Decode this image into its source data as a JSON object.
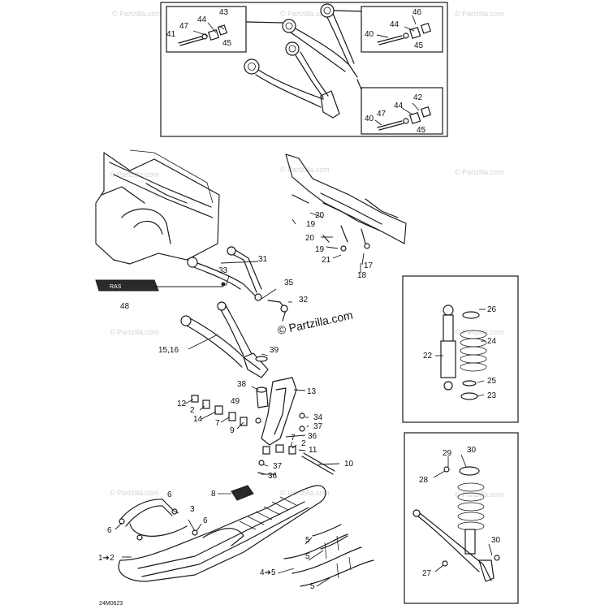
{
  "watermark": "© Partzilla.com",
  "brand_text": "© Partzilla.com",
  "drawing_code": "24M0623",
  "logo_text": "RAS",
  "callouts": {
    "c1": "1➔2",
    "c2": "2",
    "c2b": "2",
    "c3": "3",
    "c4": "4➔5",
    "c5a": "5",
    "c5b": "5",
    "c5c": "5",
    "c6a": "6",
    "c6b": "6",
    "c6c": "6",
    "c7a": "7",
    "c7b": "7",
    "c8": "8",
    "c9": "9",
    "c10": "10",
    "c11": "11",
    "c12": "12",
    "c13": "13",
    "c14": "14",
    "c1516": "15,16",
    "c17": "17",
    "c18": "18",
    "c19a": "19",
    "c19b": "19",
    "c20a": "20",
    "c20b": "20",
    "c21": "21",
    "c22": "22",
    "c23": "23",
    "c24": "24",
    "c25": "25",
    "c26": "26",
    "c27": "27",
    "c28": "28",
    "c29": "29",
    "c30a": "30",
    "c30b": "30",
    "c31": "31",
    "c32": "32",
    "c33": "33",
    "c34": "34",
    "c35": "35",
    "c36a": "36",
    "c36b": "36",
    "c37a": "37",
    "c37b": "37",
    "c38": "38",
    "c39": "39",
    "c40a": "40",
    "c40b": "40",
    "c41": "41",
    "c42": "42",
    "c43": "43",
    "c44a": "44",
    "c44b": "44",
    "c44c": "44",
    "c45a": "45",
    "c45b": "45",
    "c45c": "45",
    "c46": "46",
    "c47a": "47",
    "c47b": "47",
    "c48": "48",
    "c49": "49"
  }
}
